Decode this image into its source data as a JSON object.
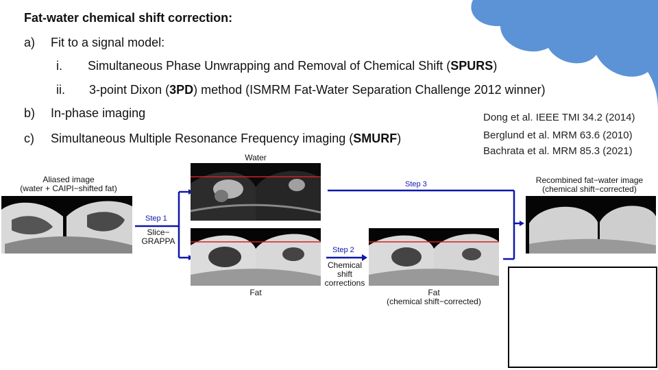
{
  "slide": {
    "title": "Fat-water chemical shift correction:",
    "items": [
      {
        "label": "a)",
        "text": "Fit to a signal model:"
      },
      {
        "label": "i.",
        "text": "Simultaneous Phase Unwrapping and Removal of Chemical Shift (",
        "bold": "SPURS",
        "end": ")"
      },
      {
        "label": "ii.",
        "text": "3-point Dixon (",
        "bold": "3PD",
        "end": ") method (ISMRM Fat-Water Separation Challenge 2012 winner)"
      },
      {
        "label": "b)",
        "text": "In-phase imaging"
      },
      {
        "label": "c)",
        "text": "Simultaneous Multiple Resonance Frequency imaging (",
        "bold": "SMURF",
        "end": ")"
      }
    ],
    "refs": [
      "Dong et al. IEEE TMI 34.2 (2014)",
      "Berglund et al. MRM 63.6 (2010)",
      "Bachrata et al. MRM 85.3 (2021)"
    ]
  },
  "figure": {
    "aliased_caption_1": "Aliased image",
    "aliased_caption_2": "(water + CAIPI−shifted fat)",
    "water_caption": "Water",
    "fat_caption": "Fat",
    "fat_corr_caption_1": "Fat",
    "fat_corr_caption_2": "(chemical shift−corrected)",
    "recombined_caption_1": "Recombined fat−water image",
    "recombined_caption_2": "(chemical shift−corrected)",
    "step1": "Step 1",
    "step1_desc_1": "Slice−",
    "step1_desc_2": "GRAPPA",
    "step2": "Step 2",
    "step2_desc_1": "Chemical",
    "step2_desc_2": "shift",
    "step2_desc_3": "corrections",
    "step3": "Step 3"
  },
  "colors": {
    "accent_blue": "#0d17a8",
    "cloud": "#5b93d6",
    "red_line": "#d42020"
  }
}
